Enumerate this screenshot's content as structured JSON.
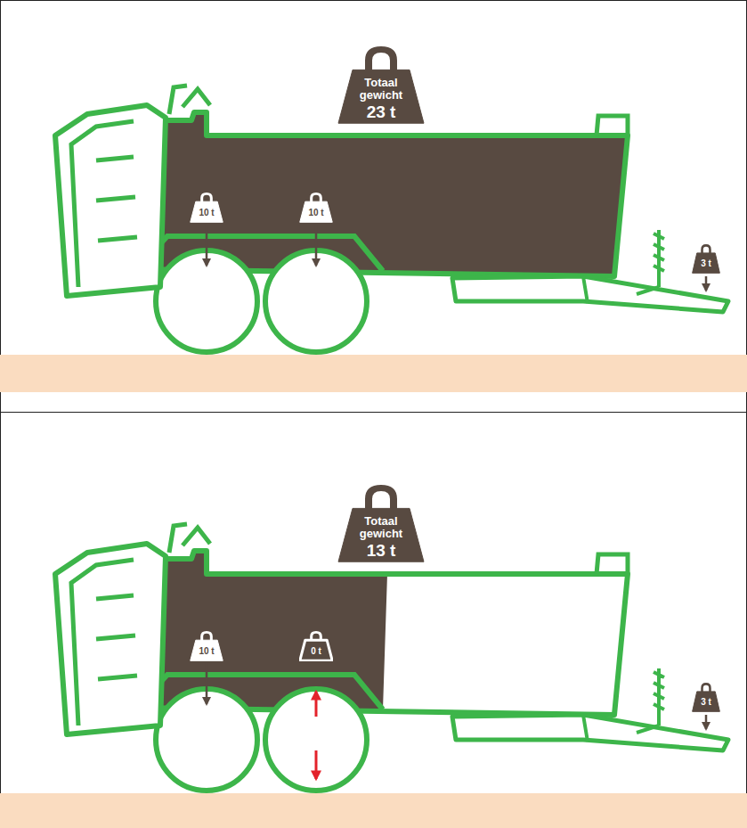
{
  "diagram": {
    "nodes": [
      {
        "text": [
          "Totaal gewicht",
          "23 t"
        ]
      },
      {
        "text": [
          "10 t"
        ]
      },
      {
        "text": [
          "10 t"
        ]
      },
      {
        "text": [
          "3 t"
        ]
      },
      {
        "text": [
          "Totaal gewicht",
          "13 t"
        ]
      },
      {
        "text": [
          "10 t"
        ]
      },
      {
        "text": [
          "0 t"
        ]
      },
      {
        "text": [
          "3 t"
        ]
      }
    ]
  }
}
